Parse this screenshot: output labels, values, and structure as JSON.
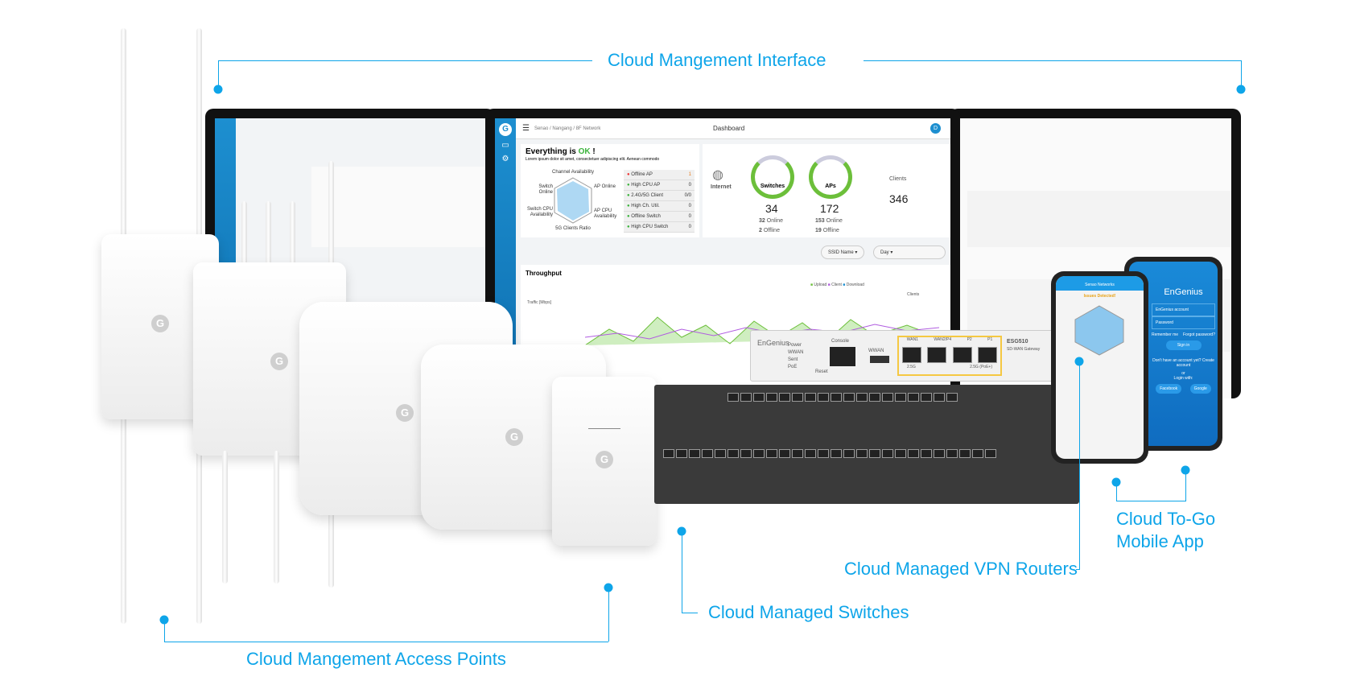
{
  "labels": {
    "interface": "Cloud Mangement Interface",
    "access_points": "Cloud Mangement Access Points",
    "switches": "Cloud Managed Switches",
    "vpn_routers": "Cloud Managed VPN Routers",
    "mobile_app_line1": "Cloud To-Go",
    "mobile_app_line2": "Mobile App"
  },
  "colors": {
    "accent": "#0ea5e9",
    "ok_green": "#3bb33b",
    "sidebar": "#1d8fd0",
    "app_blue": "#1a8ad8"
  },
  "dashboard": {
    "breadcrumb": "Senao / Nangang / 8F Network",
    "title": "Dashboard",
    "avatar": "D",
    "status_prefix": "Everything is",
    "status_ok": "OK",
    "status_suffix": "!",
    "status_desc": "Lorem ipsum dolor sit amet, consectetuer adipiscing elit. Aenean commodo",
    "radar_labels": [
      "Channel Availability",
      "AP Online",
      "AP CPU Availability",
      "5G Clients Ratio",
      "Switch CPU Availability",
      "Switch Online"
    ],
    "alerts": [
      {
        "label": "Offline AP",
        "value": "1"
      },
      {
        "label": "High CPU AP",
        "value": "0"
      },
      {
        "label": "2.4G/5G Client",
        "value": "0/0"
      },
      {
        "label": "High Ch. Util.",
        "value": "0"
      },
      {
        "label": "Offline Switch",
        "value": "0"
      },
      {
        "label": "High CPU Switch",
        "value": "0"
      }
    ],
    "topology": {
      "internet": "Internet",
      "switches": {
        "label": "Switches",
        "total": "34",
        "online": "32",
        "offline": "2"
      },
      "aps": {
        "label": "APs",
        "total": "172",
        "online": "153",
        "offline": "19"
      },
      "clients": {
        "label": "Clients",
        "total": "346"
      },
      "online_label": "Online",
      "offline_label": "Offline"
    },
    "filters": {
      "ssid": "SSID Name",
      "period": "Day"
    },
    "throughput": {
      "title": "Throughput",
      "yaxis": "Traffic [Mbps]",
      "legend": [
        "Upload",
        "Client",
        "Download"
      ],
      "right_axis": "Clients"
    }
  },
  "router": {
    "brand": "EnGenius",
    "model": "ESG510",
    "subtitle": "SD-WAN Gateway",
    "leds": [
      "Power",
      "WWAN",
      "Sent",
      "PoE"
    ],
    "reset": "Reset",
    "console": "Console",
    "wwan": "WWAN",
    "ports": [
      "WAN1",
      "WAN2/P4",
      "P2",
      "P1"
    ],
    "speed_left": "2.5G",
    "speed_right": "2.5G (PoE+)"
  },
  "mobile": {
    "app_title": "Senao Networks",
    "issues": "Issues Detected!",
    "brand": "EnGenius",
    "account_placeholder": "EnGenius account",
    "password_placeholder": "Password",
    "remember": "Remember me",
    "forgot": "Forgot password?",
    "sign_in": "Sign in",
    "signup": "Don't have an account yet? Create account",
    "or": "or",
    "login_with": "Login with:",
    "facebook": "Facebook",
    "google": "Google"
  },
  "ap_brand": "EnGenius"
}
